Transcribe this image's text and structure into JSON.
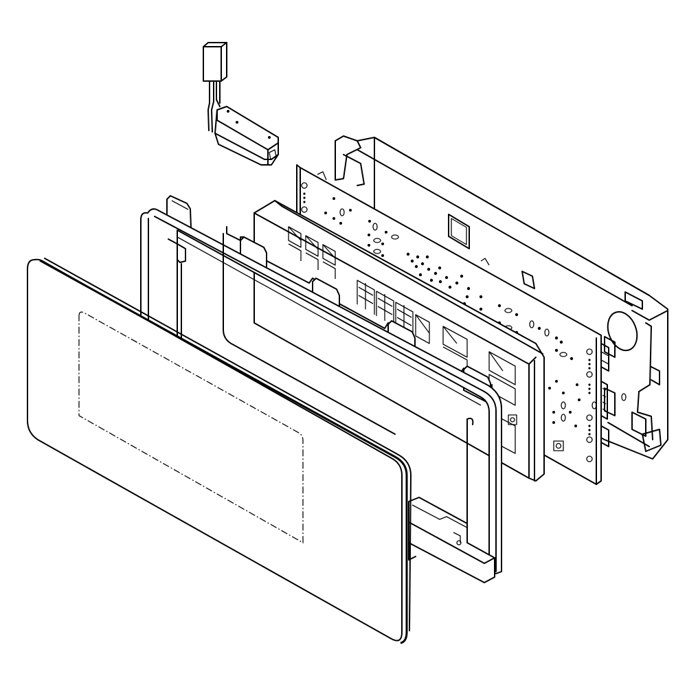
{
  "diagram": {
    "type": "exploded-view line drawing",
    "background": "#ffffff",
    "stroke_color": "#000000",
    "parts": [
      {
        "id": "sensor-switch",
        "description": "small box switch with connector plug on wire lead"
      },
      {
        "id": "rear-housing",
        "description": "rear plastic housing with mounting tabs and round hole"
      },
      {
        "id": "control-board",
        "description": "printed circuit board with component pads and connectors"
      },
      {
        "id": "keypad-bracket",
        "description": "LED/keypad support bracket with rectangular cells"
      },
      {
        "id": "bezel-frame",
        "description": "bezel frame with top clips and rounded corners"
      },
      {
        "id": "glass-panel",
        "description": "front glass touch panel with dash-dot display window outline"
      }
    ],
    "labels": []
  }
}
